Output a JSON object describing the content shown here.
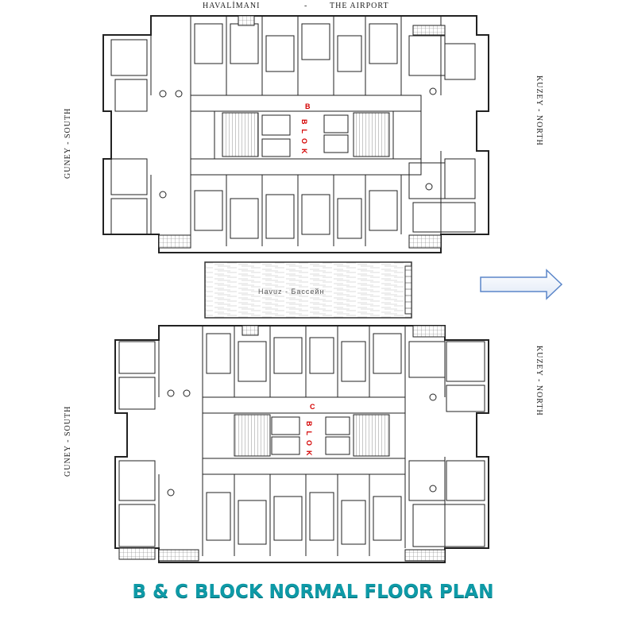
{
  "labels": {
    "top_left": "HAVALİMANI",
    "top_dash": "-",
    "top_right": "THE AIRPORT",
    "south_b": "GUNEY  -  SOUTH",
    "north_b": "KUZEY  -  NORTH",
    "south_c": "GUNEY  -  SOUTH",
    "north_c": "KUZEY  -  NORTH",
    "b_block": [
      "B",
      "BLOK"
    ],
    "c_block": [
      "C",
      "BLOK"
    ],
    "pool": "Havuz  -  Бассейн"
  },
  "colors": {
    "block_label": "#d40000",
    "title": "#0e9aa7",
    "arrow_fill": "#ffffff",
    "arrow_stroke": "#5b86c9"
  },
  "title": "B & C BLOCK NORMAL FLOOR PLAN"
}
